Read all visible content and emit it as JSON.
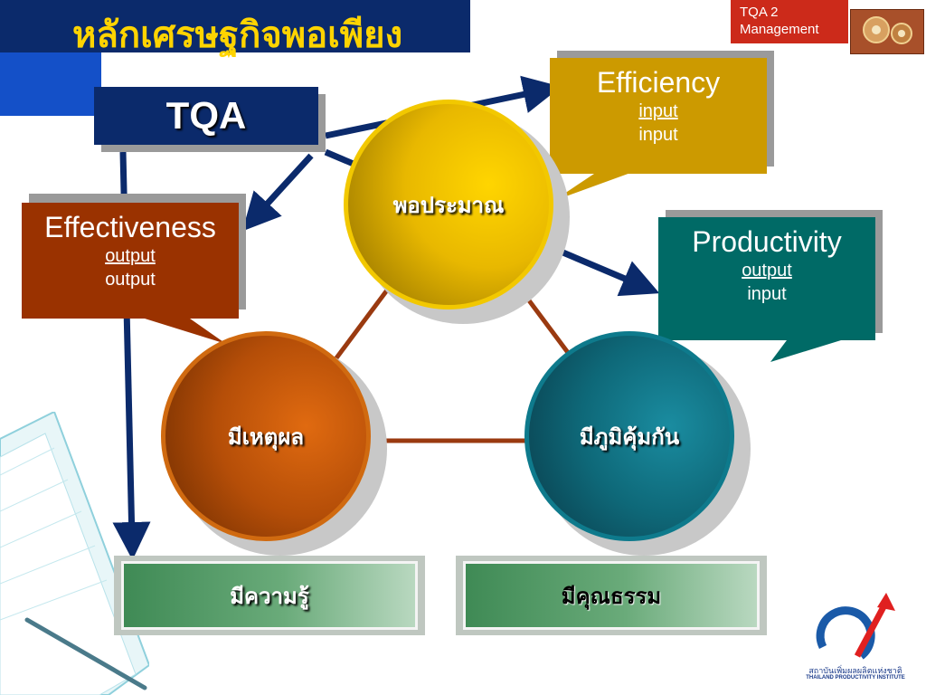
{
  "header": {
    "title": "หลักเศรษฐกิจพอเพียง",
    "tag_line1": "TQA 2",
    "tag_line2": "Management"
  },
  "tqa_label": "TQA",
  "callouts": {
    "efficiency": {
      "title": "Efficiency",
      "numerator": "input",
      "denominator": "input",
      "color": "#cc9a00"
    },
    "effectiveness": {
      "title": "Effectiveness",
      "numerator": "output",
      "denominator": "output",
      "color": "#9a3200"
    },
    "productivity": {
      "title": "Productivity",
      "numerator": "output",
      "denominator": "input",
      "color": "#006a66"
    }
  },
  "circles": {
    "moderation": "พอประมาณ",
    "reasonableness": "มีเหตุผล",
    "immunity": "มีภูมิคุ้มกัน"
  },
  "conditions": {
    "knowledge": "มีความรู้",
    "morality": "มีคุณธรรม"
  },
  "logo": {
    "name_th": "สถาบันเพิ่มผลผลิตแห่งชาติ",
    "name_en": "THAILAND PRODUCTIVITY INSTITUTE"
  }
}
